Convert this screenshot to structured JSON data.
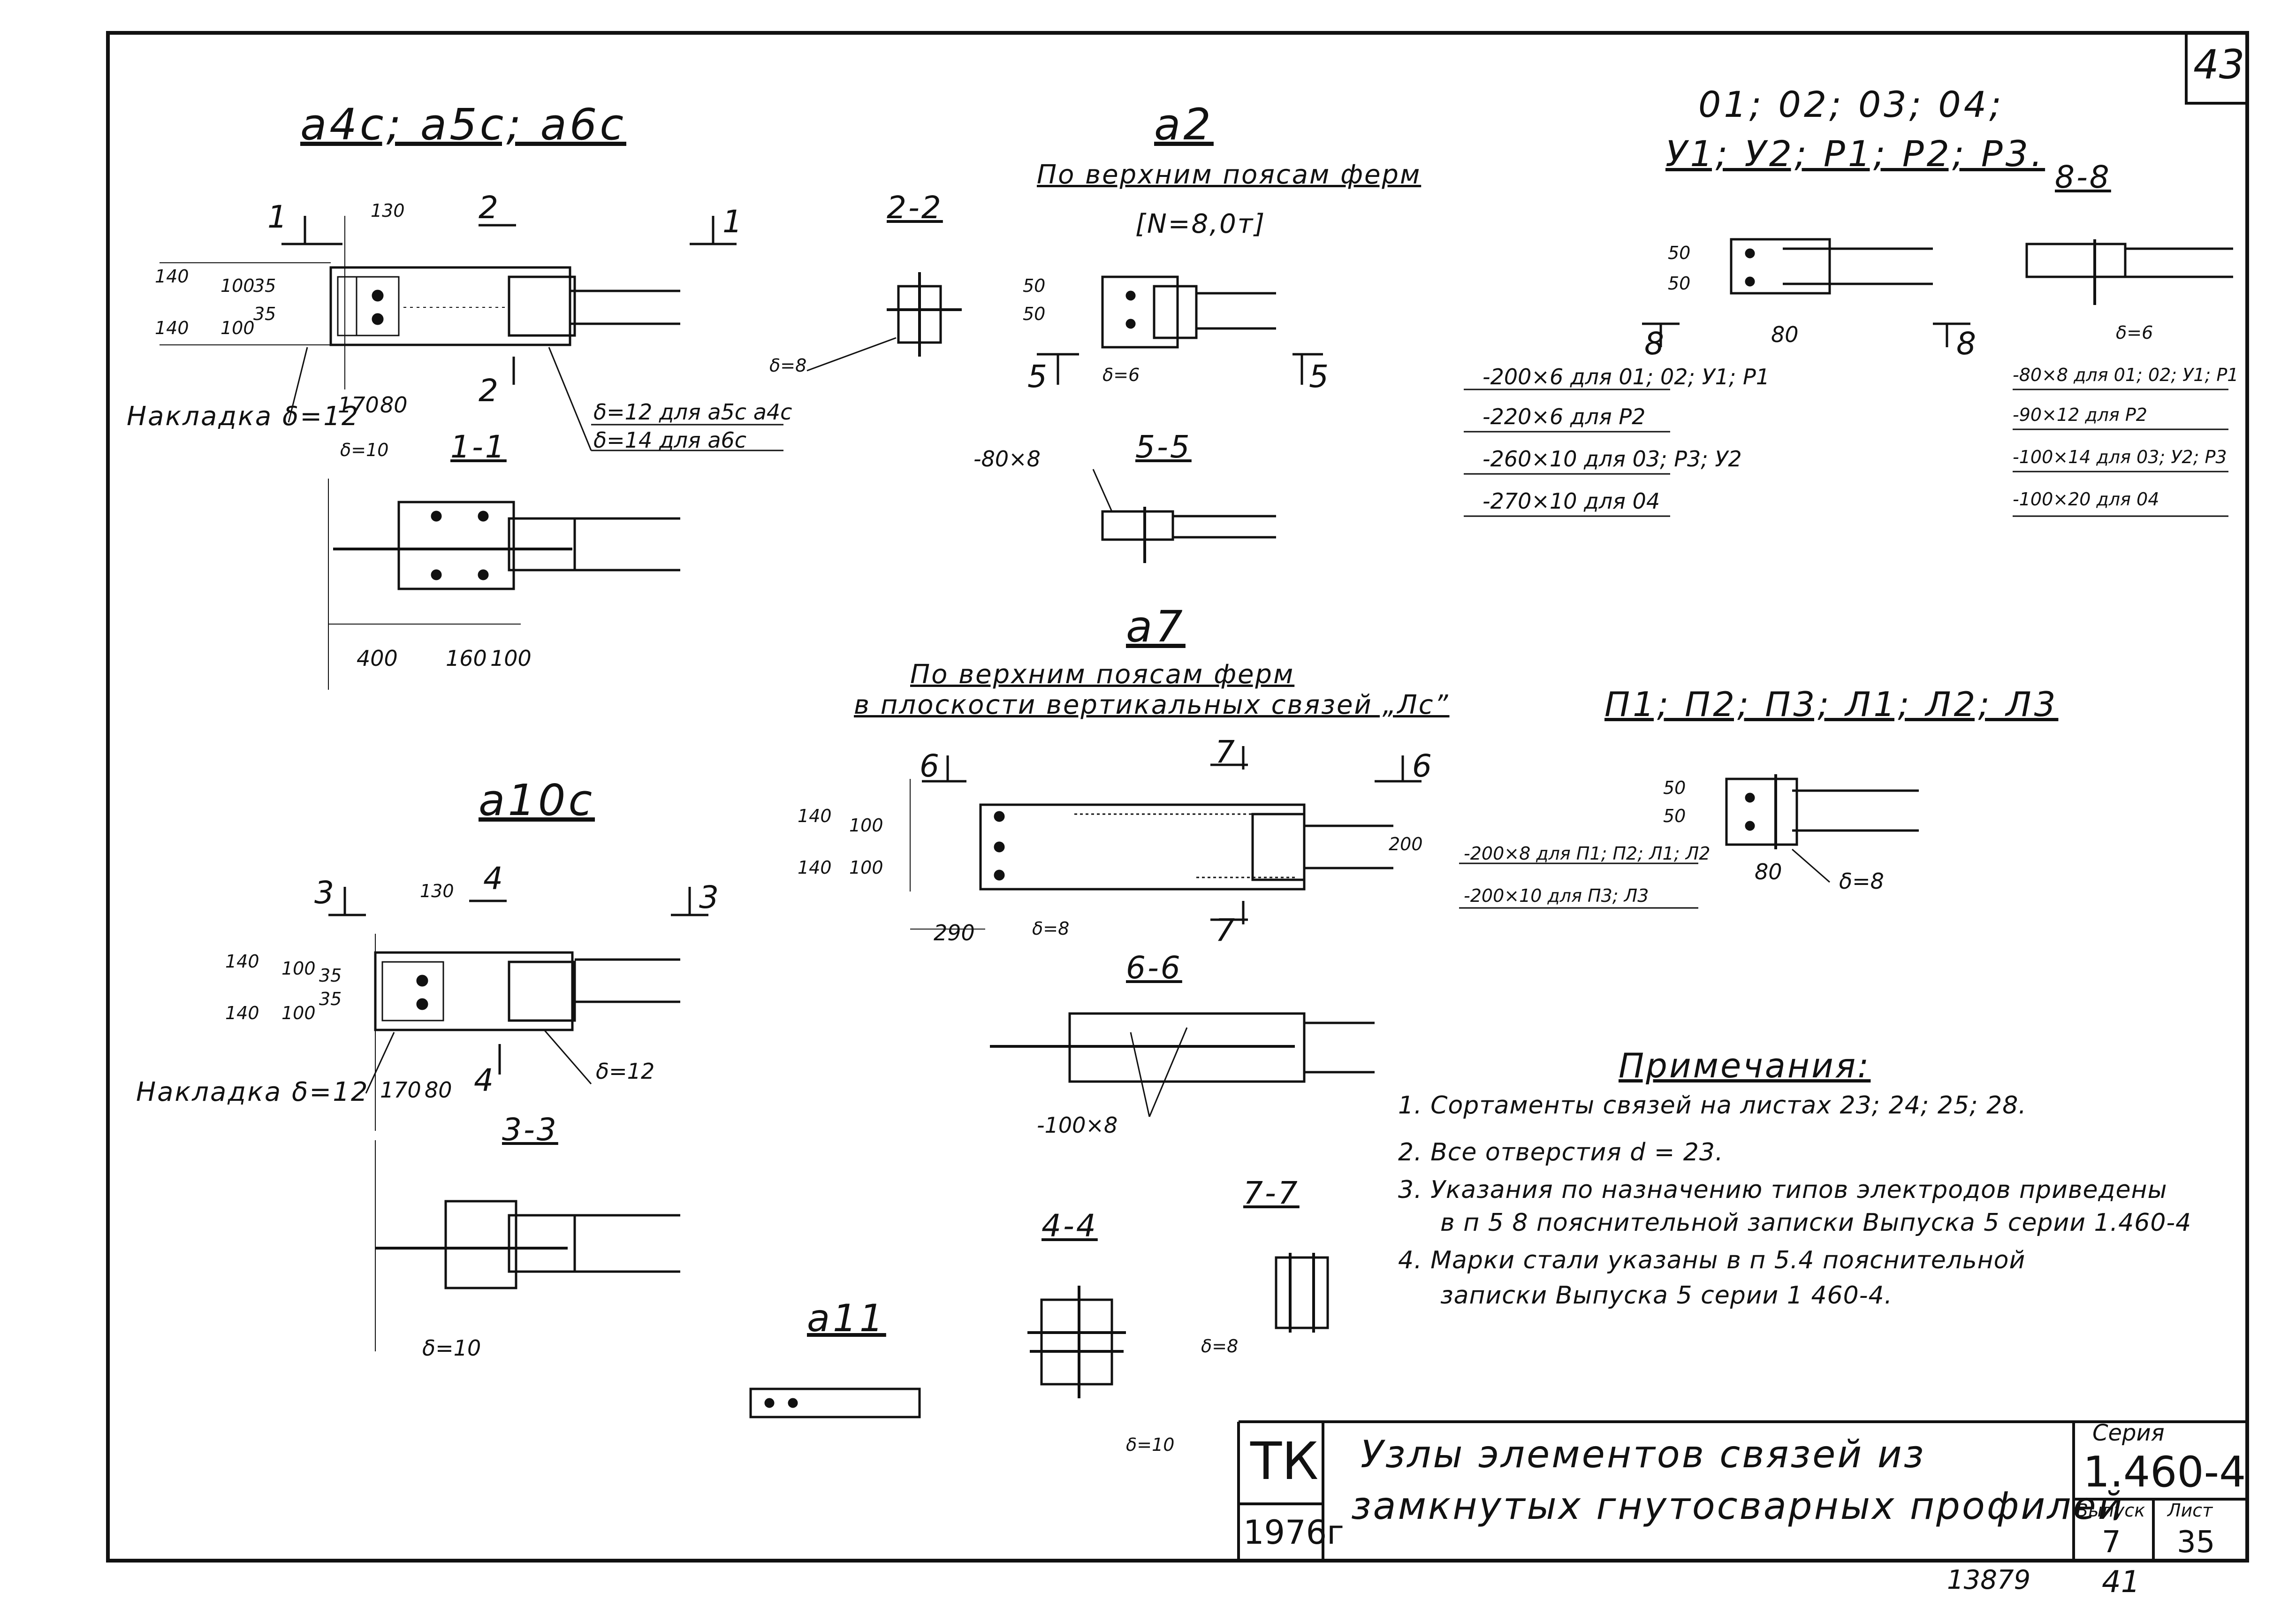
{
  "sheet_number_corner": "43",
  "details": {
    "a4c": {
      "title": "a4c; a5c; a6c",
      "cut_1": "1",
      "cut_2": "2",
      "dim_130": "130",
      "dim_140a": "140",
      "dim_140b": "140",
      "dim_100a": "100",
      "dim_100b": "100",
      "dim_35a": "35",
      "dim_35b": "35",
      "dim_170": "170",
      "dim_80": "80",
      "overlay": "Накладка δ=12",
      "thk_a": "δ=12 для a5c a4c",
      "thk_b": "δ=14 для a6c"
    },
    "s11": {
      "title": "1-1",
      "thk": "δ=10",
      "dim_400": "400",
      "dim_160": "160",
      "dim_100": "100"
    },
    "s22": {
      "title": "2-2",
      "thk": "δ=8"
    },
    "a2": {
      "title": "a2",
      "subtitle": "По верхним поясам ферм",
      "force": "[N=8,0т]",
      "dim_50a": "50",
      "dim_50b": "50",
      "thk": "δ=6",
      "cut_5": "5"
    },
    "s55": {
      "title": "5-5",
      "plate": "-80×8"
    },
    "o1": {
      "title_line1": "01; 02; 03; 04;",
      "title_line2": "У1; У2; P1; P2; P3.",
      "dim_50a": "50",
      "dim_50b": "50",
      "dim_80": "80",
      "cut_8": "8",
      "plates": [
        "-200×6 для 01; 02; У1; P1",
        "-220×6 для P2",
        "-260×10 для 03; P3; У2",
        "-270×10 для 04"
      ]
    },
    "s88": {
      "title": "8-8",
      "thk": "δ=6",
      "plates": [
        "-80×8 для 01; 02; У1; P1",
        "-90×12 для P2",
        "-100×14 для 03; У2; P3",
        "-100×20 для 04"
      ]
    },
    "a7": {
      "title": "a7",
      "subtitle1": "По верхним поясам ферм",
      "subtitle2": "в плоскости вертикальных связей „Лс”",
      "cut_6": "6",
      "cut_7": "7",
      "dim_140a": "140",
      "dim_140b": "140",
      "dim_100a": "100",
      "dim_100b": "100",
      "dim_200": "200",
      "dim_290": "290",
      "thk": "δ=8"
    },
    "s66": {
      "title": "6-6",
      "plate": "-100×8"
    },
    "p1": {
      "title": "П1; П2; П3; Л1; Л2; Л3",
      "dim_50a": "50",
      "dim_50b": "50",
      "dim_80": "80",
      "thk": "δ=8",
      "plates": [
        "-200×8 для П1; П2; Л1; Л2",
        "-200×10 для П3; Л3"
      ]
    },
    "a10c": {
      "title": "a10c",
      "cut_3": "3",
      "cut_4": "4",
      "dim_130": "130",
      "dim_140a": "140",
      "dim_140b": "140",
      "dim_100a": "100",
      "dim_100b": "100",
      "dim_35a": "35",
      "dim_35b": "35",
      "dim_170": "170",
      "dim_80": "80",
      "overlay": "Накладка δ=12",
      "thk": "δ=12"
    },
    "s33": {
      "title": "3-3",
      "thk": "δ=10"
    },
    "s44": {
      "title": "4-4",
      "thk": "δ=10"
    },
    "s77": {
      "title": "7-7",
      "thk": "δ=8"
    },
    "a11": {
      "title": "a11"
    }
  },
  "notes": {
    "title": "Примечания:",
    "items": [
      "1. Сортаменты связей на листах 23; 24; 25; 28.",
      "2. Все отверстия d = 23.",
      "3. Указания по назначению типов электродов приведены",
      "в п 5 8 пояснительной записки Выпуска 5 серии 1.460-4",
      "4. Марки стали указаны в п 5.4 пояснительной",
      "записки Выпуска 5 серии 1 460-4."
    ]
  },
  "title_block": {
    "org": "ТК",
    "year": "1976г",
    "title_line1": "Узлы элементов связей из",
    "title_line2": "замкнутых гнутосварных профилей",
    "series_label": "Серия",
    "series_value": "1.460-4",
    "issue_label": "Выпуск",
    "issue_value": "7",
    "sheet_label": "Лист",
    "sheet_value": "35"
  },
  "footer": {
    "archive_number": "13879",
    "page_number": "41"
  }
}
